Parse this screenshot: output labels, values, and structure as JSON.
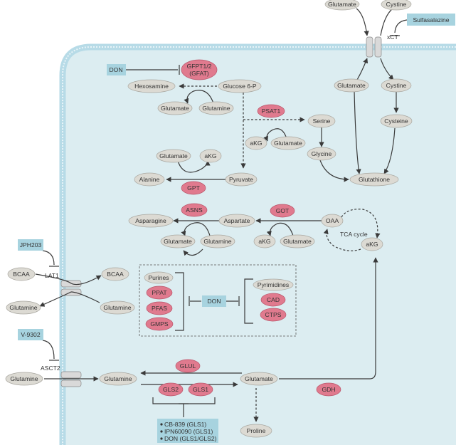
{
  "colors": {
    "cell_fill": "#dcedf1",
    "membrane": "#b7dbe7",
    "enzyme": "#e07a8e",
    "metabolite": "#dcdad3",
    "drug_box": "#a7d3df"
  },
  "metabolites": {
    "glutamate_out": "Glutamate",
    "cystine_out": "Cystine",
    "glutamate_in": "Glutamate",
    "cystine_in": "Cystine",
    "cysteine": "Cysteine",
    "hexosamine": "Hexosamine",
    "glucose6p": "Glucose 6-P",
    "glutamate_hex": "Glutamate",
    "glutamine_hex": "Glutamine",
    "serine": "Serine",
    "akg_psat": "aKG",
    "glutamate_psat": "Glutamate",
    "glycine": "Glycine",
    "glutathione": "Glutathione",
    "glutamate_gpt": "Glutamate",
    "akg_gpt": "aKG",
    "alanine": "Alanine",
    "pyruvate": "Pyruvate",
    "asparagine": "Asparagine",
    "aspartate": "Aspartate",
    "oaa": "OAA",
    "akg_got": "aKG",
    "glutamate_got": "Glutamate",
    "glutamate_asns": "Glutamate",
    "glutamine_asns": "Glutamine",
    "akg_tca": "aKG",
    "bcaa_out": "BCAA",
    "bcaa_in": "BCAA",
    "glutamine_lat_out": "Glutamine",
    "glutamine_lat_in": "Glutamine",
    "purines": "Purines",
    "pyrimidines": "Pyrimidines",
    "glutamine_asct_out": "Glutamine",
    "glutamine_main": "Glutamine",
    "glutamate_main": "Glutamate",
    "proline": "Proline"
  },
  "enzymes": {
    "gfpt": "GFPT1/2",
    "gfpt_sub": "(GFAT)",
    "psat1": "PSAT1",
    "gpt": "GPT",
    "asns": "ASNS",
    "got": "GOT",
    "ppat": "PPAT",
    "pfas": "PFAS",
    "gmps": "GMPS",
    "cad": "CAD",
    "ctps": "CTPS",
    "glul": "GLUL",
    "gls2": "GLS2",
    "gls1": "GLS1",
    "gdh": "GDH"
  },
  "transporters": {
    "xct": "xCT",
    "lat1": "LAT1",
    "asct2": "ASCT2"
  },
  "inhibitors": {
    "sulfasalazine": "Sulfasalazine",
    "don_gfpt": "DON",
    "jph203": "JPH203",
    "v9302": "V-9302",
    "don_nucleotide": "DON",
    "gls_drugs": [
      "CB-839 (GLS1)",
      "IPN60090 (GLS1)",
      "DON (GLS1/GLS2)"
    ]
  },
  "labels": {
    "tca_cycle": "TCA cycle"
  }
}
